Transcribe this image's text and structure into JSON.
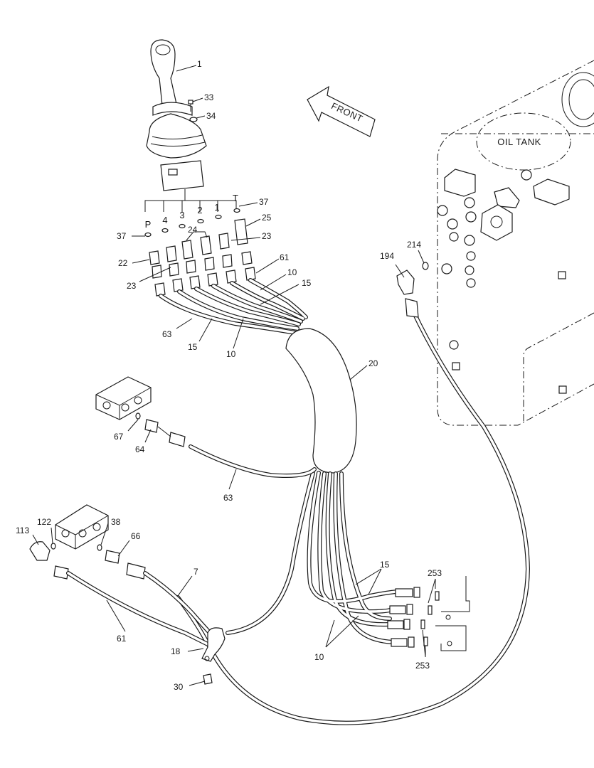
{
  "diagram": {
    "tank_label": "OIL TANK",
    "front_label": "FRONT",
    "ports": [
      "P",
      "4",
      "3",
      "2",
      "1",
      "T"
    ],
    "callouts": {
      "c1": "1",
      "c33": "33",
      "c34": "34",
      "c37a": "37",
      "c37b": "37",
      "c25": "25",
      "c24": "24",
      "c23a": "23",
      "c23b": "23",
      "c22": "22",
      "c61a": "61",
      "c10a": "10",
      "c15a": "15",
      "c63a": "63",
      "c15b": "15",
      "c10b": "10",
      "c20": "20",
      "c194": "194",
      "c214": "214",
      "c67": "67",
      "c64": "64",
      "c63b": "63",
      "c122": "122",
      "c113": "113",
      "c38": "38",
      "c66": "66",
      "c7": "7",
      "c61b": "61",
      "c18": "18",
      "c30": "30",
      "c15c": "15",
      "c253a": "253",
      "c253b": "253",
      "c10c": "10"
    }
  }
}
